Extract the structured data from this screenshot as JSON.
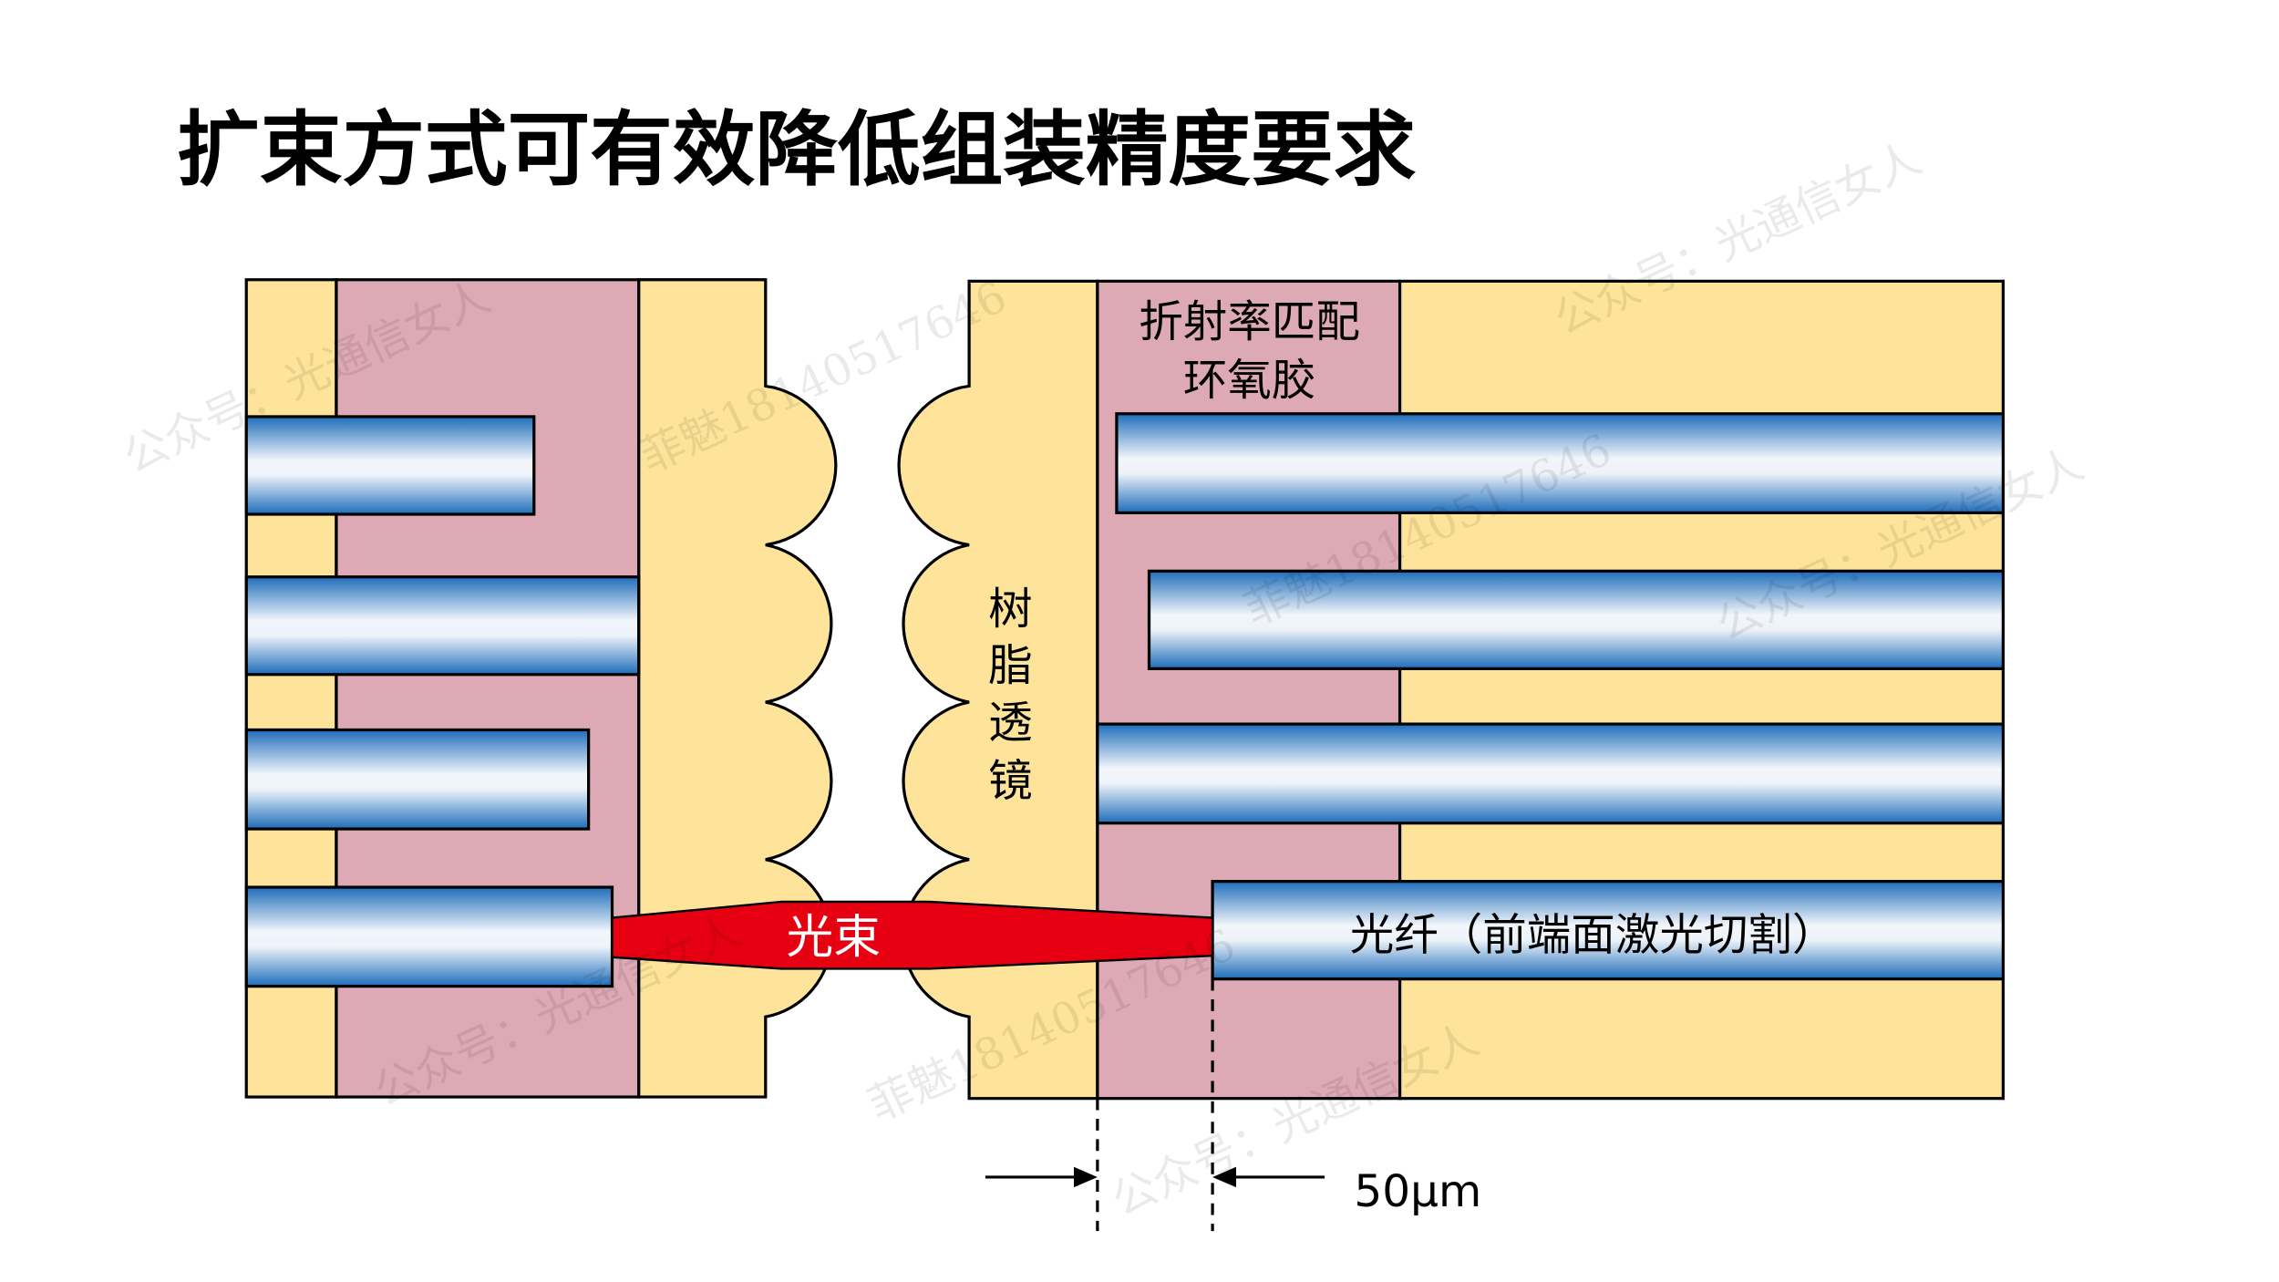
{
  "title": "扩束方式可有效降低组装精度要求",
  "labels": {
    "epoxy_line1": "折射率匹配",
    "epoxy_line2": "环氧胶",
    "lens_chars": [
      "树",
      "脂",
      "透",
      "镜"
    ],
    "beam": "光束",
    "fiber": "光纤（前端面激光切割）",
    "gap": "50μm"
  },
  "watermarks": [
    "公众号：光通信女人",
    "菲魅18140517646"
  ],
  "colors": {
    "yellow": "#FDE49A",
    "pink": "#DDA9B4",
    "fiber_blue": "#1E6DBA",
    "beam_red": "#E60012"
  }
}
